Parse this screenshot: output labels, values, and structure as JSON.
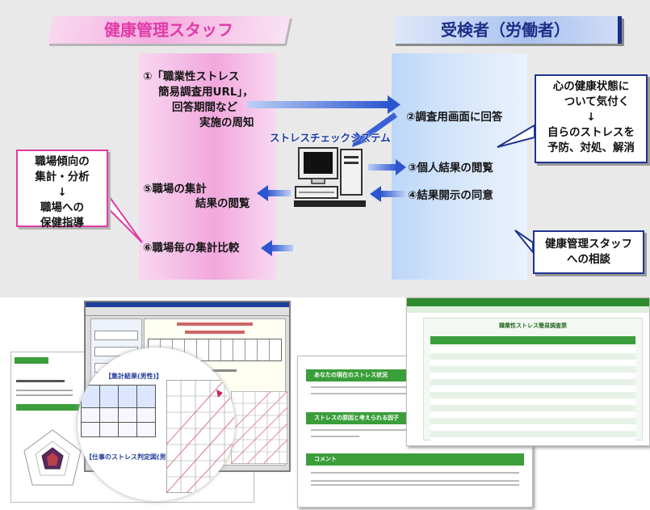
{
  "header": {
    "left": "健康管理スタッフ",
    "right": "受検者（労働者）"
  },
  "left_steps": {
    "s1": [
      "①「職業性ストレス",
      "簡易調査用URL」，",
      "回答期間など",
      "実施の周知"
    ],
    "s5": [
      "⑤職場の集計",
      "結果の閲覧"
    ],
    "s6": "⑥職場毎の集計比較"
  },
  "right_steps": {
    "s2": "②調査用画面に回答",
    "s3": "③個人結果の閲覧",
    "s4": "④結果開示の同意"
  },
  "system_label": "ストレスチェックシステム",
  "callouts": {
    "left": [
      "職場傾向の",
      "集計・分析",
      "↓",
      "職場への",
      "保健指導"
    ],
    "right_top": [
      "心の健康状態に",
      "ついて気付く",
      "↓",
      "自らのストレスを",
      "予防、対処、解消"
    ],
    "right_bottom": [
      "健康管理スタッフ",
      "への相談"
    ]
  },
  "colors": {
    "pink": "#e23aa6",
    "blue": "#1d2f88",
    "arrow": "#3a62d6",
    "green": "#3a9e3a"
  },
  "screens": {
    "magnifier": {
      "title1": "【集計結果(男性)】",
      "title2": "【仕事のストレス判定図(男性)】"
    },
    "result": {
      "bar1": "あなたの現在のストレス状況",
      "bar2": "ストレスの原因と考えられる因子",
      "bar3": "コメント"
    },
    "survey": {
      "title": "職業性ストレス簡易調査票"
    }
  }
}
